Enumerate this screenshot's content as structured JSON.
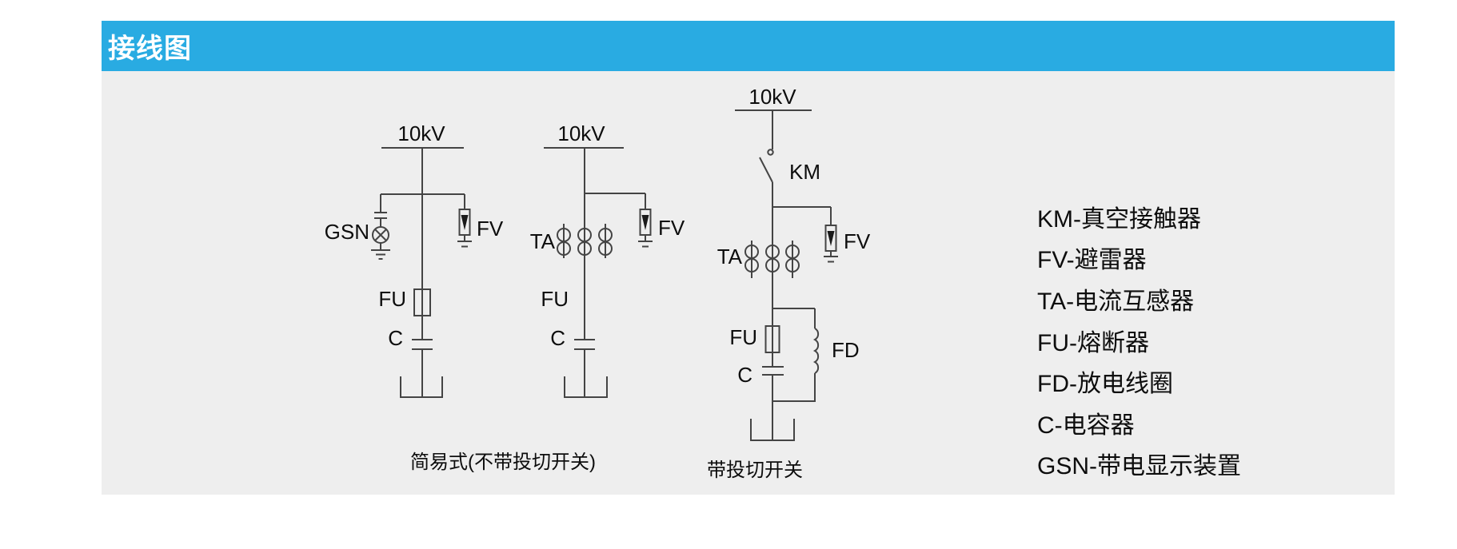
{
  "colors": {
    "header_bg": "#29abe2",
    "header_text": "#ffffff",
    "panel_bg": "#eeeeee",
    "page_bg": "#ffffff",
    "line": "#444444",
    "text": "#0d0d0d"
  },
  "header": {
    "title": "接线图"
  },
  "diagrams": {
    "simple": {
      "bus_label": "10kV",
      "gsn_label": "GSN",
      "fv_label": "FV",
      "fu_label": "FU",
      "c_label": "C"
    },
    "ta": {
      "bus_label": "10kV",
      "ta_label": "TA",
      "fv_label": "FV",
      "fu_label": "FU",
      "c_label": "C"
    },
    "switched": {
      "bus_label": "10kV",
      "km_label": "KM",
      "ta_label": "TA",
      "fv_label": "FV",
      "fu_label": "FU",
      "fd_label": "FD",
      "c_label": "C"
    },
    "caption_simple": "简易式(不带投切开关)",
    "caption_switched": "带投切开关"
  },
  "legend": {
    "items": [
      "KM-真空接触器",
      "FV-避雷器",
      "TA-电流互感器",
      "FU-熔断器",
      "FD-放电线圈",
      "C-电容器",
      "GSN-带电显示装置"
    ]
  }
}
